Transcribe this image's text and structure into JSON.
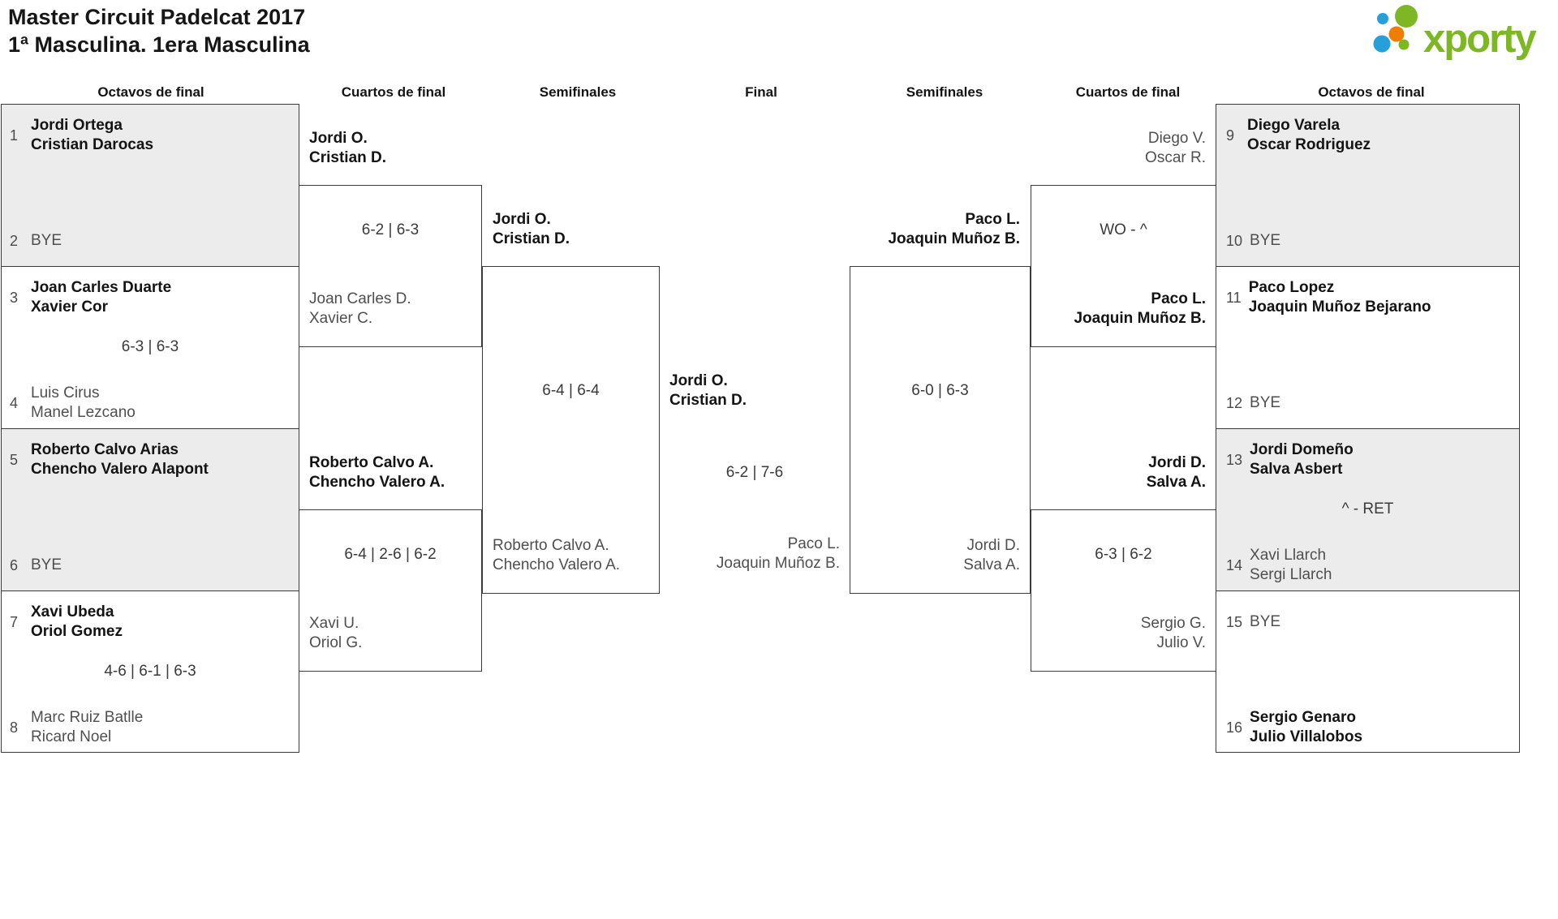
{
  "title": {
    "line1": "Master Circuit Padelcat 2017",
    "line2": "1ª Masculina. 1era Masculina"
  },
  "logo": {
    "text": "xporty"
  },
  "rounds": [
    "Octavos de final",
    "Cuartos de final",
    "Semifinales",
    "Final",
    "Semifinales",
    "Cuartos de final",
    "Octavos de final"
  ],
  "colors": {
    "logo_green": "#7db724",
    "logo_blue": "#279fd9",
    "logo_orange": "#ef7d00",
    "shaded_box": "#ececec",
    "line": "#3a3a3a"
  },
  "matches": {
    "o1": {
      "t1": {
        "seed": "1",
        "l1": "Jordi Ortega",
        "l2": "Cristian Darocas"
      },
      "t2": {
        "seed": "2",
        "l1": "BYE"
      }
    },
    "o2": {
      "score": "6-3 | 6-3",
      "t1": {
        "seed": "3",
        "l1": "Joan Carles Duarte",
        "l2": "Xavier Cor"
      },
      "t2": {
        "seed": "4",
        "l1": "Luis Cirus",
        "l2": "Manel Lezcano"
      }
    },
    "o3": {
      "t1": {
        "seed": "5",
        "l1": "Roberto Calvo Arias",
        "l2": "Chencho Valero Alapont"
      },
      "t2": {
        "seed": "6",
        "l1": "BYE"
      }
    },
    "o4": {
      "score": "4-6 | 6-1 | 6-3",
      "t1": {
        "seed": "7",
        "l1": "Xavi Ubeda",
        "l2": "Oriol Gomez"
      },
      "t2": {
        "seed": "8",
        "l1": "Marc Ruiz Batlle",
        "l2": "Ricard Noel"
      }
    },
    "q1": {
      "score": "6-2 | 6-3",
      "t1": {
        "l1": "Jordi O.",
        "l2": "Cristian D."
      },
      "t2": {
        "l1": "Joan Carles D.",
        "l2": "Xavier C."
      }
    },
    "q2": {
      "score": "6-4 | 2-6 | 6-2",
      "t1": {
        "l1": "Roberto Calvo A.",
        "l2": "Chencho Valero A."
      },
      "t2": {
        "l1": "Xavi U.",
        "l2": "Oriol G."
      }
    },
    "s1": {
      "score": "6-4 | 6-4",
      "t1": {
        "l1": "Jordi O.",
        "l2": "Cristian D."
      },
      "t2": {
        "l1": "Roberto Calvo A.",
        "l2": "Chencho Valero A."
      }
    },
    "f": {
      "score": "6-2 | 7-6",
      "t1": {
        "l1": "Jordi O.",
        "l2": "Cristian D."
      },
      "t2": {
        "l1": "Paco L.",
        "l2": "Joaquin Muñoz B."
      }
    },
    "s2": {
      "score": "6-0 | 6-3",
      "t1": {
        "l1": "Paco L.",
        "l2": "Joaquin Muñoz B."
      },
      "t2": {
        "l1": "Jordi D.",
        "l2": "Salva A."
      }
    },
    "q3": {
      "score": "WO - ^",
      "t1": {
        "l1": "Diego V.",
        "l2": "Oscar R."
      },
      "t2": {
        "l1": "Paco L.",
        "l2": "Joaquin Muñoz B."
      }
    },
    "q4": {
      "score": "6-3 | 6-2",
      "t1": {
        "l1": "Jordi D.",
        "l2": "Salva A."
      },
      "t2": {
        "l1": "Sergio G.",
        "l2": "Julio V."
      }
    },
    "o5": {
      "t1": {
        "seed": "9",
        "l1": "Diego Varela",
        "l2": "Oscar Rodriguez"
      },
      "t2": {
        "seed": "10",
        "l1": "BYE"
      }
    },
    "o6": {
      "t1": {
        "seed": "11",
        "l1": "Paco Lopez",
        "l2": "Joaquin Muñoz Bejarano"
      },
      "t2": {
        "seed": "12",
        "l1": "BYE"
      }
    },
    "o7": {
      "score": "^ - RET",
      "t1": {
        "seed": "13",
        "l1": "Jordi Domeño",
        "l2": "Salva Asbert"
      },
      "t2": {
        "seed": "14",
        "l1": "Xavi Llarch",
        "l2": "Sergi Llarch"
      }
    },
    "o8": {
      "t1": {
        "seed": "15",
        "l1": "BYE"
      },
      "t2": {
        "seed": "16",
        "l1": "Sergio Genaro",
        "l2": "Julio Villalobos"
      }
    }
  }
}
